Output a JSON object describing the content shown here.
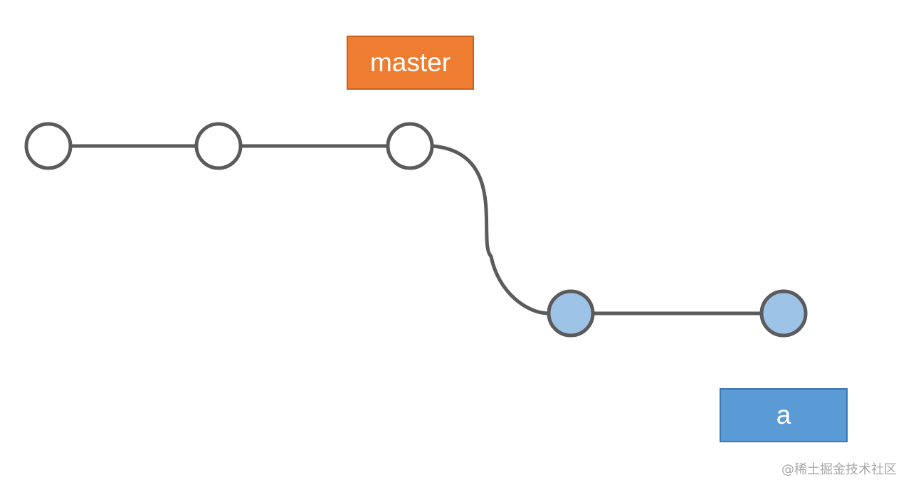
{
  "branches": {
    "master": {
      "label": "master",
      "color": "#ee7d31"
    },
    "a": {
      "label": "a",
      "color": "#5b9bd5"
    }
  },
  "commit_colors": {
    "master": "#ffffff",
    "a": "#9dc3e6"
  },
  "commits": [
    {
      "branch": "master"
    },
    {
      "branch": "master"
    },
    {
      "branch": "master"
    },
    {
      "branch": "a"
    },
    {
      "branch": "a"
    }
  ],
  "watermark": "@稀土掘金技术社区"
}
